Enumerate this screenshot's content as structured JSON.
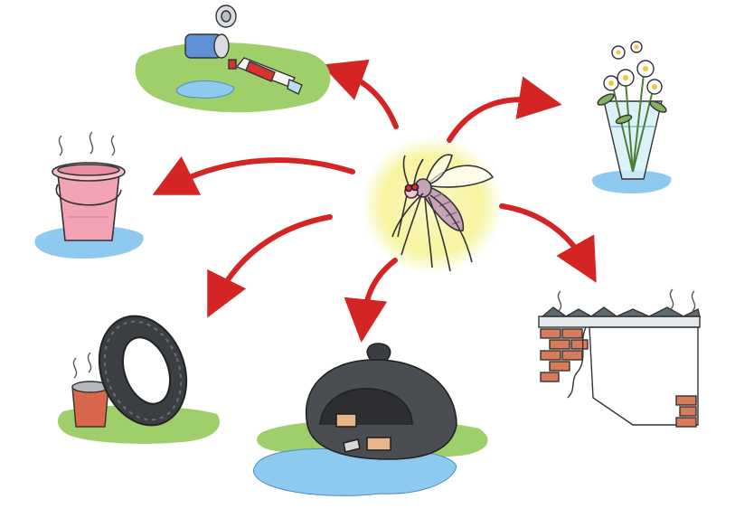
{
  "diagram": {
    "center": {
      "icon": "mosquito-icon",
      "glow_color": "#f7f39a"
    },
    "arrow_color": "#d42424",
    "sites": [
      {
        "id": "cans-bottle",
        "icon": "discarded-can-bottle-icon"
      },
      {
        "id": "bucket",
        "icon": "bucket-icon"
      },
      {
        "id": "tire",
        "icon": "tire-icon"
      },
      {
        "id": "trash-bag",
        "icon": "trash-bag-icon"
      },
      {
        "id": "wall",
        "icon": "broken-wall-icon"
      },
      {
        "id": "vase",
        "icon": "flower-vase-icon"
      }
    ],
    "colors": {
      "grass": "#9fcf6a",
      "water": "#8ec9ef",
      "bucket": "#f2a4b4",
      "brick": "#d77b5a",
      "trash": "#4a4d52"
    }
  }
}
